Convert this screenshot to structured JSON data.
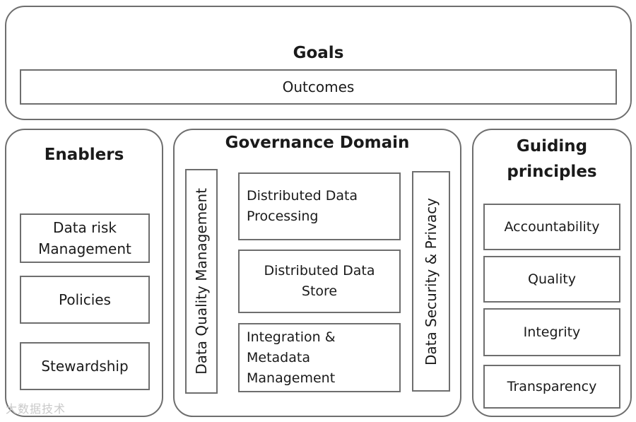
{
  "goals": {
    "title": "Goals",
    "outcomes": "Outcomes"
  },
  "enablers": {
    "title": "Enablers",
    "items": [
      "Data risk Management",
      "Policies",
      "Stewardship"
    ]
  },
  "governance": {
    "title": "Governance Domain",
    "left_vertical": "Data Quality Management",
    "right_vertical": "Data Security & Privacy",
    "items": [
      "Distributed Data Processing",
      "Distributed Data Store",
      "Integration & Metadata Management"
    ]
  },
  "guiding": {
    "title": "Guiding principles",
    "items": [
      "Accountability",
      "Quality",
      "Integrity",
      "Transparency"
    ]
  },
  "watermark": "大数据技术"
}
